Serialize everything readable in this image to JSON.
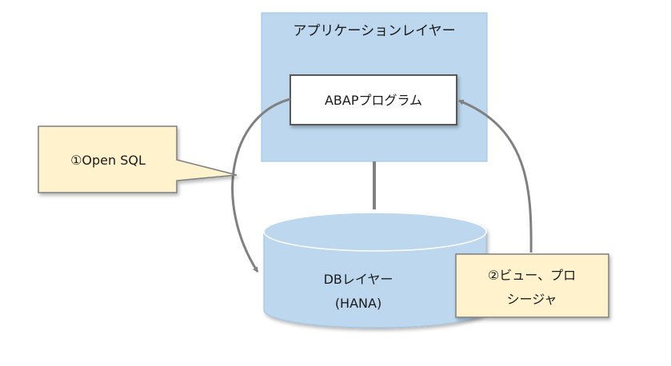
{
  "diagram": {
    "app_layer": {
      "label": "アプリケーションレイヤー"
    },
    "abap_program": {
      "label": "ABAPプログラム"
    },
    "db_layer": {
      "label_line1": "DBレイヤー",
      "label_line2": "(HANA)"
    },
    "callout_open_sql": {
      "label": "①Open SQL"
    },
    "callout_view_procedure": {
      "label_line1": "②ビュー、プロ",
      "label_line2": "シージャ"
    },
    "colors": {
      "layer_fill": "#bdd7ee",
      "layer_border": "#9dc3e6",
      "box_border": "#595959",
      "connector": "#808080",
      "callout_fill": "#fff2cc",
      "callout_border": "#7f7f7f",
      "text": "#1a1a1a"
    }
  }
}
